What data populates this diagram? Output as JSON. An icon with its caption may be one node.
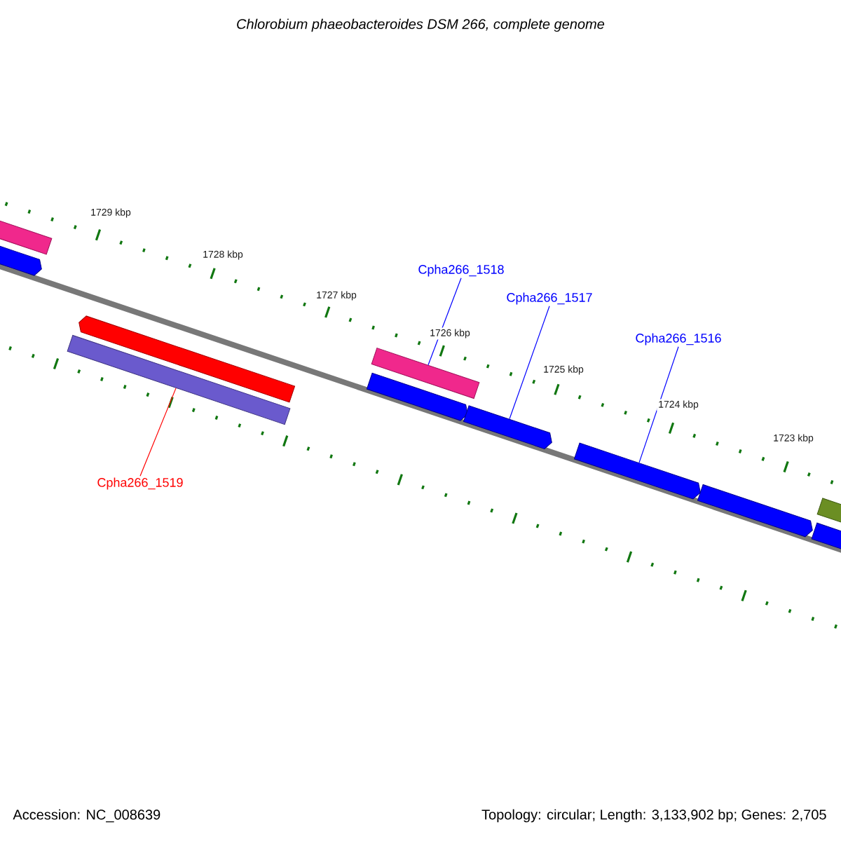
{
  "diagram": {
    "title": "Chlorobium phaeobacteroides DSM 266, complete genome",
    "nodes": [
      {
        "text": [
          "Cpha266_1519"
        ]
      },
      {
        "text": [
          "Cpha266_1518"
        ]
      },
      {
        "text": [
          "Cpha266_1517"
        ]
      },
      {
        "text": [
          "Cpha266_1516"
        ]
      },
      {
        "text": [],
        "shape": "bar"
      },
      {
        "text": [],
        "shape": "bar"
      },
      {
        "text": [],
        "shape": "bar"
      },
      {
        "text": [],
        "shape": "bar"
      },
      {
        "text": [],
        "shape": "bar"
      },
      {
        "text": [],
        "shape": "bar"
      },
      {
        "text": [],
        "shape": "bar"
      },
      {
        "text": [],
        "shape": "bar"
      },
      {
        "text": [],
        "shape": "bar"
      },
      {
        "text": [],
        "shape": "bar"
      },
      {
        "text": [],
        "shape": "bar"
      }
    ],
    "edges": [
      {
        "from": 0,
        "to": 6,
        "arrow": "none",
        "color": "#ff0000"
      },
      {
        "from": 1,
        "to": 9,
        "arrow": "none"
      },
      {
        "from": 2,
        "to": 10,
        "arrow": "none"
      },
      {
        "from": 3,
        "to": 11,
        "arrow": "none"
      }
    ],
    "labels": [
      "1729 kbp",
      "1728 kbp",
      "1727 kbp",
      "1726 kbp",
      "1725 kbp",
      "1724 kbp",
      "1723 kbp",
      "Accession: NC_008639",
      "Topology: circular; Length: 3,133,902 bp; Genes: 2,705"
    ]
  }
}
